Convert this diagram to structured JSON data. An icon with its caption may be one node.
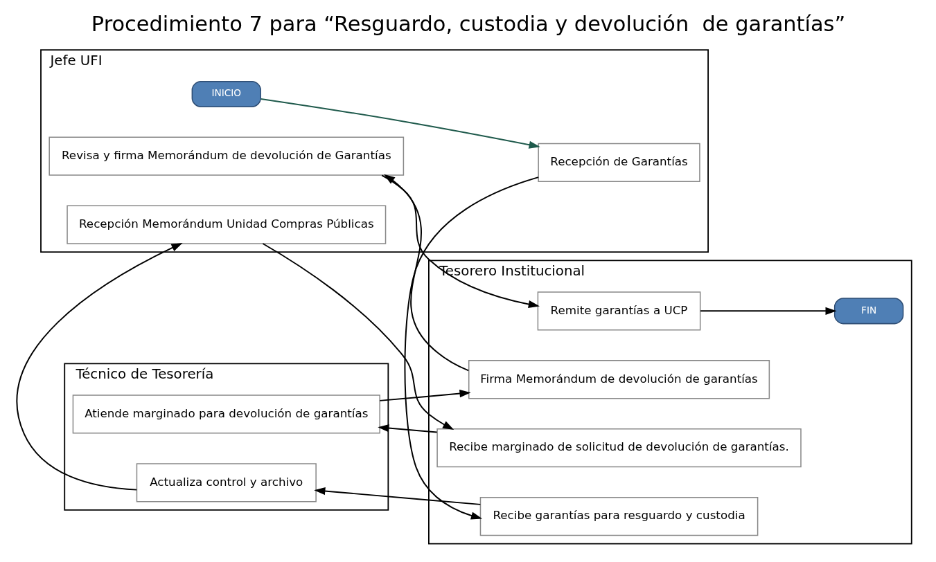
{
  "diagram": {
    "title": "Procedimiento 7 para “Resguardo, custodia y devolución  de garantías”",
    "nodes": [
      {
        "text": [
          "Jefe UFI"
        ]
      },
      {
        "text": [
          "INICIO"
        ],
        "in": 0
      },
      {
        "text": [
          "Recepción de Garantías"
        ],
        "in": 0
      },
      {
        "text": [
          "Recepción Memorándum Unidad Compras Públicas"
        ],
        "in": 0
      },
      {
        "text": [
          "Revisa y firma Memorándum de devolución de Garantías"
        ],
        "in": 0
      },
      {
        "text": [
          "Tesorero Institucional"
        ]
      },
      {
        "text": [
          "Recibe garantías para resguardo y custodia"
        ],
        "in": 5
      },
      {
        "text": [
          "Recibe marginado de solicitud de devolución de garantías."
        ],
        "in": 5
      },
      {
        "text": [
          "Firma Memorándum de devolución de garantías"
        ],
        "in": 5
      },
      {
        "text": [
          "Remite garantías a UCP"
        ],
        "in": 5
      },
      {
        "text": [
          "FIN"
        ],
        "in": 5
      },
      {
        "text": [
          "Técnico de Tesorería"
        ]
      },
      {
        "text": [
          "Actualiza control y archivo"
        ],
        "in": 11
      },
      {
        "text": [
          "Atiende marginado para devolución de garantías"
        ],
        "in": 11
      }
    ],
    "edges": [
      {
        "from": 1,
        "to": 2,
        "arrow": "to",
        "color": "#1f5a4c"
      },
      {
        "from": 2,
        "to": 6,
        "arrow": "to"
      },
      {
        "from": 6,
        "to": 12,
        "arrow": "to"
      },
      {
        "from": 12,
        "to": 3,
        "arrow": "to"
      },
      {
        "from": 3,
        "to": 7,
        "arrow": "to"
      },
      {
        "from": 7,
        "to": 13,
        "arrow": "to"
      },
      {
        "from": 13,
        "to": 8,
        "arrow": "to"
      },
      {
        "from": 8,
        "to": 4,
        "arrow": "to"
      },
      {
        "from": 4,
        "to": 9,
        "arrow": "to"
      },
      {
        "from": 9,
        "to": 10,
        "arrow": "to"
      }
    ]
  }
}
